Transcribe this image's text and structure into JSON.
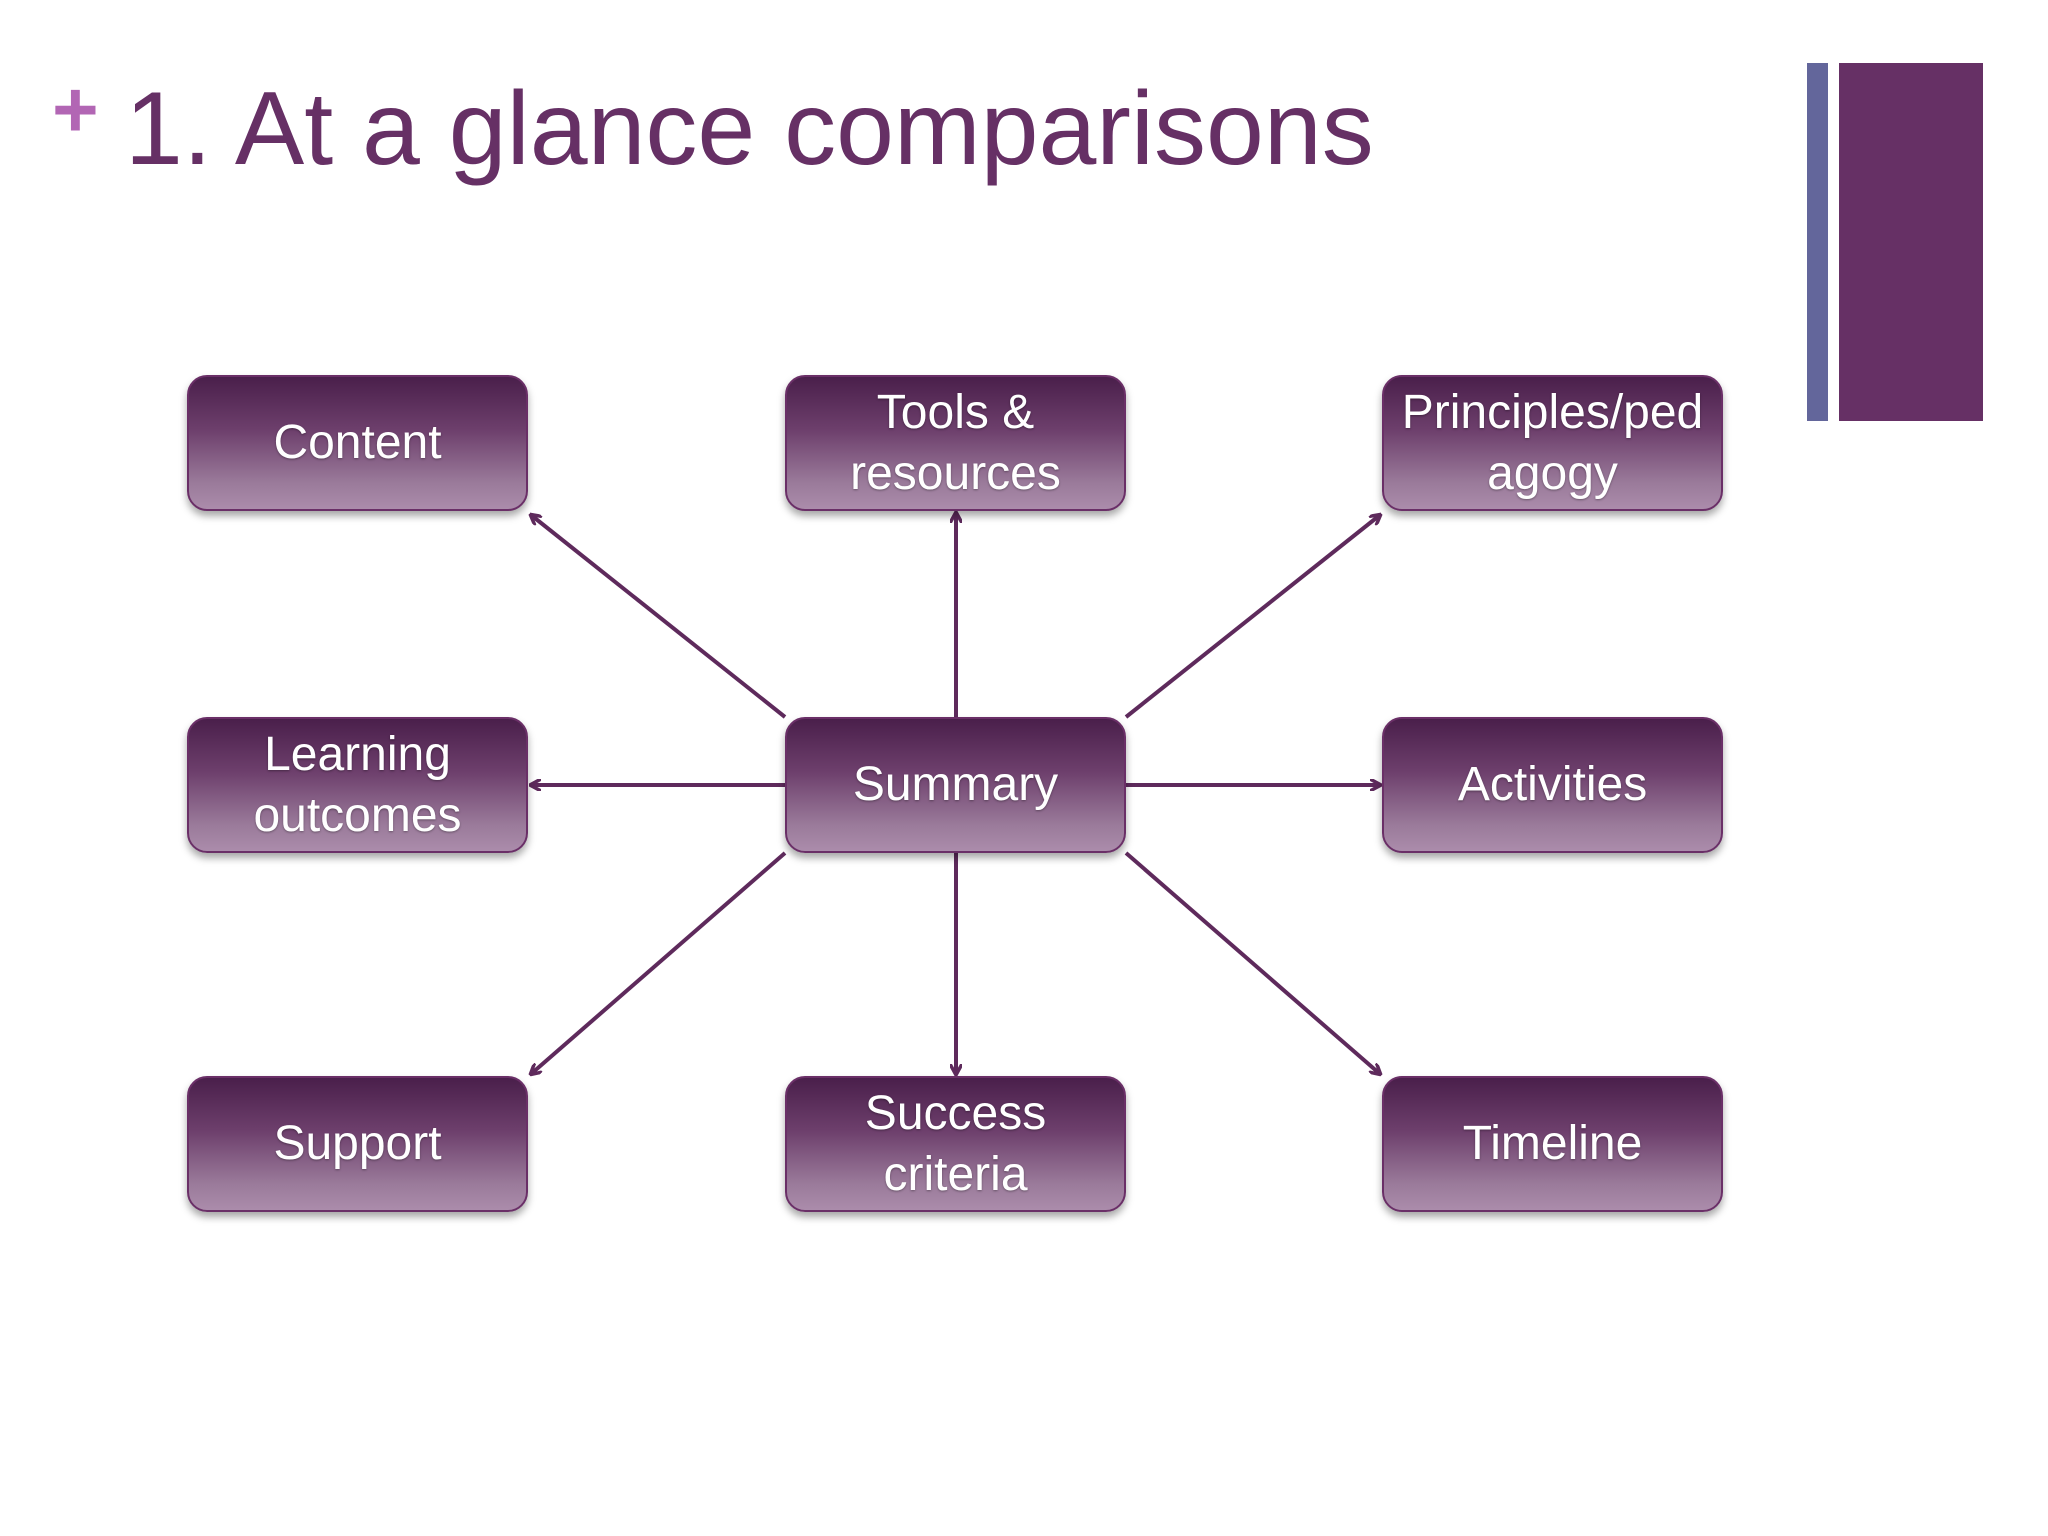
{
  "slide": {
    "title_prefix": "+",
    "title": "1. At a glance comparisons"
  },
  "diagram": {
    "center": "Summary",
    "nodes": {
      "content": "Content",
      "tools_resources": "Tools & resources",
      "principles_pedagogy": "Principles/pedagogy",
      "learning_outcomes": "Learning outcomes",
      "activities": "Activities",
      "support": "Support",
      "success_criteria": "Success criteria",
      "timeline": "Timeline"
    },
    "edges": [
      {
        "from": "Summary",
        "to": "Content"
      },
      {
        "from": "Summary",
        "to": "Tools & resources"
      },
      {
        "from": "Summary",
        "to": "Principles/pedagogy"
      },
      {
        "from": "Summary",
        "to": "Learning outcomes"
      },
      {
        "from": "Summary",
        "to": "Activities"
      },
      {
        "from": "Summary",
        "to": "Support"
      },
      {
        "from": "Summary",
        "to": "Success criteria"
      },
      {
        "from": "Summary",
        "to": "Timeline"
      }
    ]
  },
  "colors": {
    "title": "#663065",
    "plus": "#b266b4",
    "accent_bar_thin": "#63669b",
    "accent_bar_thick": "#663065",
    "arrow": "#5e2a5c",
    "node_border": "#6a2f67"
  }
}
